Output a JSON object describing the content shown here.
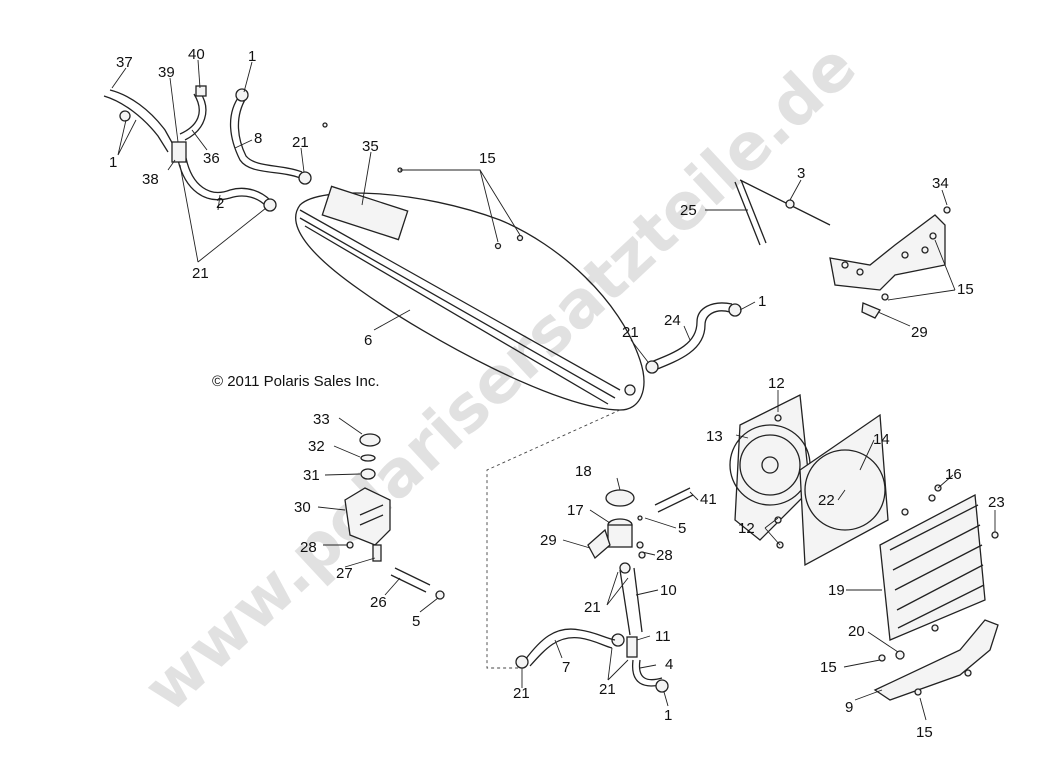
{
  "copyright": "© 2011 Polaris Sales Inc.",
  "watermark": "www.polarisersatzteile.de",
  "callouts": {
    "c37": "37",
    "c40": "40",
    "c1a": "1",
    "c39": "39",
    "c1b": "1",
    "c36": "36",
    "c8": "8",
    "c21a": "21",
    "c35": "35",
    "c15a": "15",
    "c38": "38",
    "c2": "2",
    "c21b": "21",
    "c3": "3",
    "c25": "25",
    "c34": "34",
    "c15b": "15",
    "c29a": "29",
    "c24": "24",
    "c1c": "1",
    "c21c": "21",
    "c6": "6",
    "c12a": "12",
    "c14": "14",
    "c13": "13",
    "c33": "33",
    "c32": "32",
    "c31": "31",
    "c30": "30",
    "c18": "18",
    "c41": "41",
    "c16": "16",
    "c22": "22",
    "c23": "23",
    "c17": "17",
    "c5a": "5",
    "c12b": "12",
    "c29b": "29",
    "c28a": "28",
    "c28b": "28",
    "c27": "27",
    "c26": "26",
    "c10": "10",
    "c21d": "21",
    "c19": "19",
    "c5b": "5",
    "c20": "20",
    "c11": "11",
    "c7": "7",
    "c15c": "15",
    "c4": "4",
    "c21e": "21",
    "c21f": "21",
    "c9": "9",
    "c1d": "1",
    "c15d": "15"
  }
}
